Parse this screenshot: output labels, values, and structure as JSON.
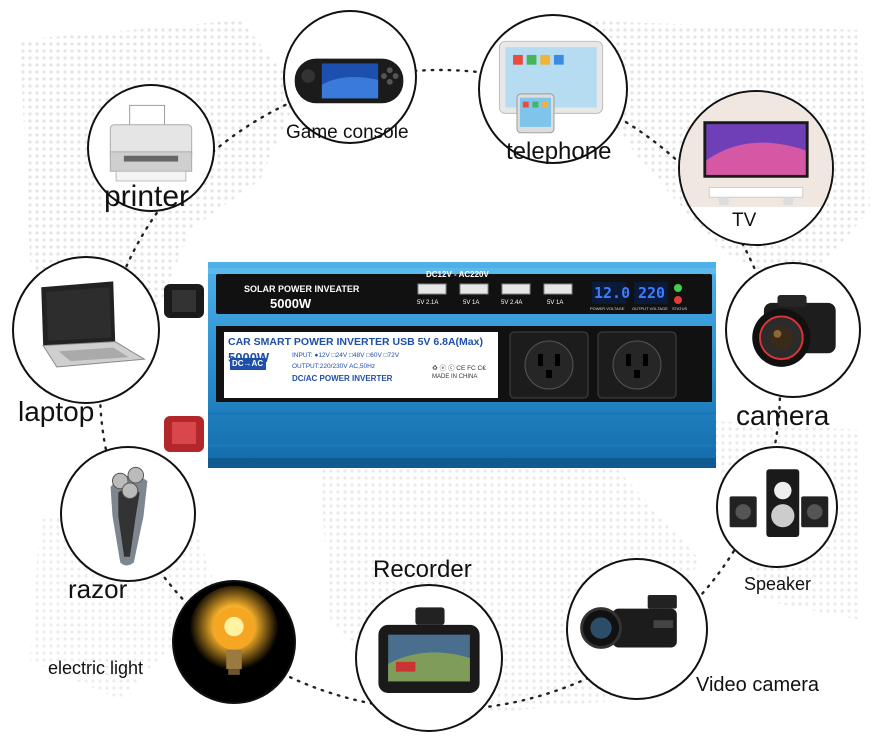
{
  "labels": {
    "game_console": "Game console",
    "telephone": "telephone",
    "tv": "TV",
    "printer": "printer",
    "laptop": "laptop",
    "camera": "camera",
    "razor": "razor",
    "speaker": "Speaker",
    "recorder": "Recorder",
    "electric_light": "electric light",
    "video_camera": "Video camera"
  },
  "inverter": {
    "top_voltage": "DC12V - AC220V",
    "brand_line": "SOLAR POWER INVEATER",
    "watt_top": "5000W",
    "usb_ports": [
      "5V 2.1A",
      "5V 1A",
      "5V 2.4A",
      "5V 1A"
    ],
    "display_left": "12.0",
    "display_right": "220",
    "display_left_label": "POWER VOLTAGE",
    "display_right_label": "OUTPUT VOLTAGE",
    "status_label": "STATUS",
    "label_title": "CAR SMART POWER INVERTER USB 5V 6.8A(Max)",
    "label_watt": "5000W",
    "label_dcac_badge": "DC→AC",
    "input_line": "INPUT: ●12V □24V □48V □60V □72V",
    "output_line": "OUTPUT:220/230V AC,50Hz",
    "dc_ac_line": "DC/AC POWER INVERTER",
    "cert_line": "♻ ⓔ ⓒ CE FC C€",
    "made_in": "MADE IN CHINA"
  },
  "colors": {
    "inverter_blue": "#2b8fd0",
    "inverter_blue_dark": "#136aa8",
    "panel_black": "#111111",
    "display_blue": "#3d7dff",
    "terminal_red": "#b3262a"
  }
}
